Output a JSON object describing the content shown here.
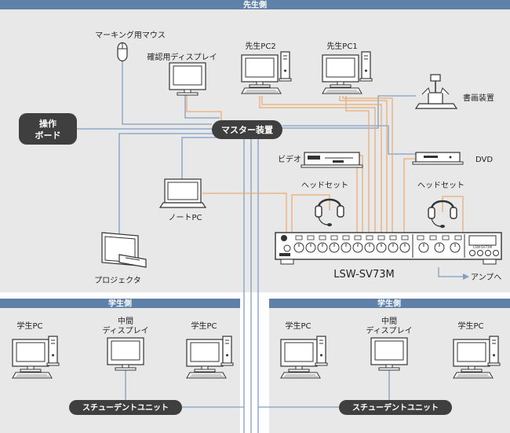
{
  "sections": {
    "teacher": "先生側",
    "student_left": "学生側",
    "student_right": "学生側"
  },
  "labels": {
    "marking_mouse": "マーキング用マウス",
    "confirm_display": "確認用ディスプレイ",
    "teacher_pc2": "先生PC2",
    "teacher_pc1": "先生PC1",
    "document_camera": "書画装置",
    "control_board_line1": "操作",
    "control_board_line2": "ボード",
    "master_unit": "マスター装置",
    "video": "ビデオ",
    "dvd": "DVD",
    "headset_left": "ヘッドセット",
    "headset_right": "ヘッドセット",
    "notebook_pc": "ノートPC",
    "projector": "プロジェクタ",
    "model": "LSW-SV73M",
    "to_amp": "アンプへ",
    "student_pc_1": "学生PC",
    "middle_display_1_line1": "中間",
    "middle_display_1_line2": "ディスプレイ",
    "student_pc_2": "学生PC",
    "student_unit_left": "スチューデントユニット",
    "student_pc_3": "学生PC",
    "middle_display_2_line1": "中間",
    "middle_display_2_line2": "ディスプレイ",
    "student_pc_4": "学生PC",
    "student_unit_right": "スチューデントユニット",
    "panel_label": "LSW-SV73M"
  },
  "colors": {
    "bg_panel": "#e8e8e8",
    "header_bar": "#5f81a8",
    "blue_line": "#7f9fc4",
    "orange_line": "#e9aa72",
    "dark_pill": "#3f3f3f",
    "device_stroke": "#333333"
  }
}
